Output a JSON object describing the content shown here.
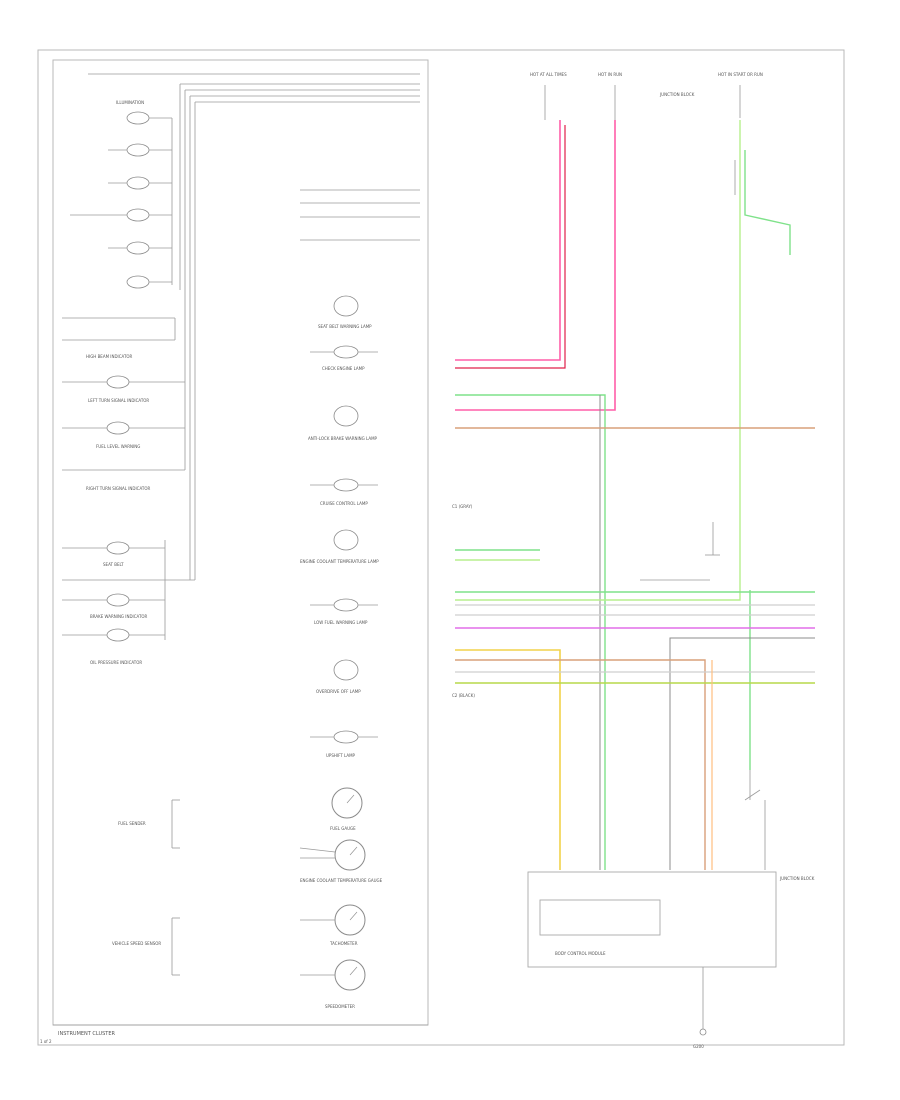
{
  "panel_title": "INSTRUMENT CLUSTER",
  "figure_id": "1 of 2",
  "colors": {
    "pink": "#ff5ea8",
    "red": "#e0204a",
    "green": "#7fe28a",
    "brown": "#d9a07a",
    "yellow": "#f2d24a",
    "orange": "#ffbf80",
    "violet": "#e26ee8",
    "gray": "#8c8c8c",
    "white_wire": "#cfcfcf",
    "light_green": "#b7ef8d"
  },
  "left_column": [
    "ILLUMINATION",
    "HIGH BEAM INDICATOR",
    "LEFT TURN SIGNAL INDICATOR",
    "FUEL LEVEL WARNING",
    "RIGHT TURN SIGNAL INDICATOR",
    "SEAT BELT",
    "BRAKE WARNING INDICATOR",
    "OIL PRESSURE INDICATOR"
  ],
  "center_column": [
    "SEAT BELT WARNING LAMP",
    "CHECK ENGINE LAMP",
    "ANTI-LOCK BRAKE WARNING LAMP",
    "CRUISE CONTROL LAMP",
    "ENGINE COOLANT TEMPERATURE LAMP",
    "LOW FUEL WARNING LAMP",
    "OVERDRIVE OFF LAMP",
    "UPSHIFT LAMP"
  ],
  "gauges": [
    "FUEL GAUGE",
    "ENGINE COOLANT TEMPERATURE GAUGE",
    "TACHOMETER",
    "SPEEDOMETER"
  ],
  "gauge_inputs": [
    "FUEL SENDER",
    "VEHICLE SPEED SENSOR"
  ],
  "right_top_labels": [
    "HOT AT ALL TIMES",
    "HOT IN RUN",
    "JUNCTION BLOCK",
    "HOT IN START OR RUN"
  ],
  "connector_labels": [
    "C1 (GRAY)",
    "C2 (BLACK)"
  ],
  "module_labels": [
    "BODY CONTROL MODULE",
    "JUNCTION BLOCK"
  ],
  "ground_label": "G200"
}
